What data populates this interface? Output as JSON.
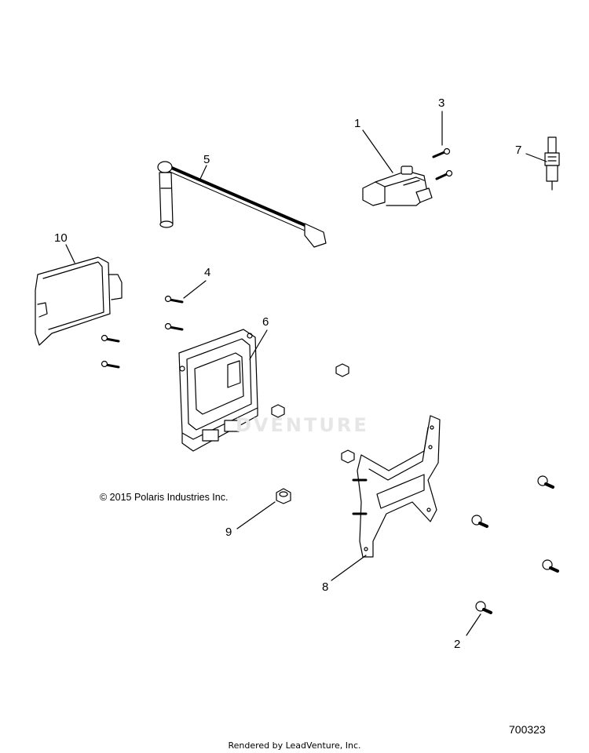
{
  "callouts": [
    {
      "id": "1",
      "label": "1"
    },
    {
      "id": "2",
      "label": "2"
    },
    {
      "id": "3",
      "label": "3"
    },
    {
      "id": "4",
      "label": "4"
    },
    {
      "id": "5",
      "label": "5"
    },
    {
      "id": "6",
      "label": "6"
    },
    {
      "id": "7",
      "label": "7"
    },
    {
      "id": "8",
      "label": "8"
    },
    {
      "id": "9",
      "label": "9"
    },
    {
      "id": "10",
      "label": "10"
    }
  ],
  "copyright": "© 2015 Polaris Industries Inc.",
  "diagram_id": "700323",
  "footer": "Rendered by LeadVenture, Inc.",
  "watermark": "DVENTURE",
  "colors": {
    "line": "#000000",
    "watermark": "#e6e6e6",
    "background": "#ffffff"
  }
}
